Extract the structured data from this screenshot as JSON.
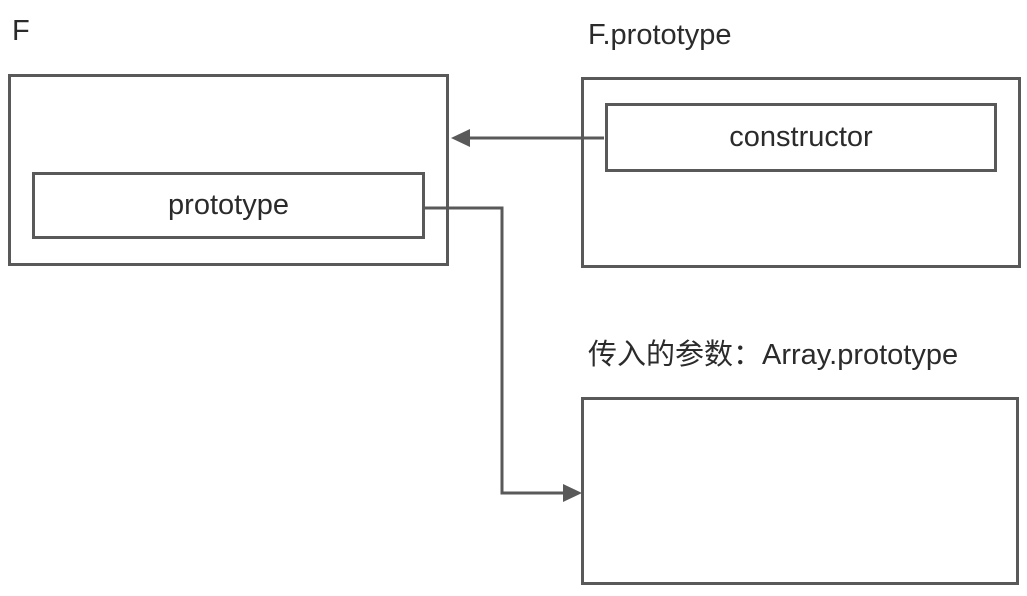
{
  "diagram": {
    "background": "#ffffff",
    "stroke_color": "#595959",
    "text_color": "#2b2b2b",
    "nodes": {
      "f": {
        "title": "F",
        "field": "prototype"
      },
      "f_prototype": {
        "title": "F.prototype",
        "field": "constructor"
      },
      "array_prototype": {
        "title": "传入的参数：Array.prototype"
      }
    },
    "edges": [
      {
        "name": "constructor-box-to-f-box-arrow",
        "from": "F.prototype / constructor",
        "to": "F",
        "shape": "straight-left"
      },
      {
        "name": "prototype-field-to-array-box-arrow",
        "from": "F / prototype",
        "to": "Array.prototype box",
        "shape": "elbow-right-down-right"
      }
    ]
  }
}
